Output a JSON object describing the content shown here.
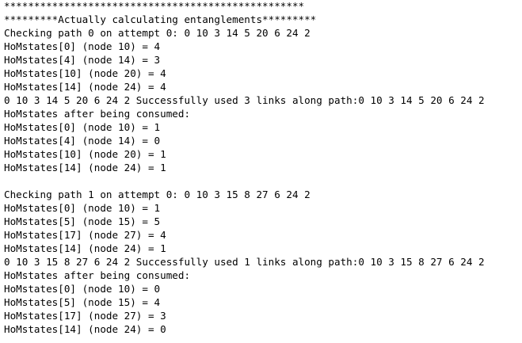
{
  "terminal": {
    "lines": [
      "**************************************************",
      "*********Actually calculating entanglements*********",
      "Checking path 0 on attempt 0: 0 10 3 14 5 20 6 24 2",
      "HoMstates[0] (node 10) = 4",
      "HoMstates[4] (node 14) = 3",
      "HoMstates[10] (node 20) = 4",
      "HoMstates[14] (node 24) = 4",
      "0 10 3 14 5 20 6 24 2 Successfully used 3 links along path:0 10 3 14 5 20 6 24 2",
      "HoMstates after being consumed:",
      "HoMstates[0] (node 10) = 1",
      "HoMstates[4] (node 14) = 0",
      "HoMstates[10] (node 20) = 1",
      "HoMstates[14] (node 24) = 1",
      "",
      "Checking path 1 on attempt 0: 0 10 3 15 8 27 6 24 2",
      "HoMstates[0] (node 10) = 1",
      "HoMstates[5] (node 15) = 5",
      "HoMstates[17] (node 27) = 4",
      "HoMstates[14] (node 24) = 1",
      "0 10 3 15 8 27 6 24 2 Successfully used 1 links along path:0 10 3 15 8 27 6 24 2",
      "HoMstates after being consumed:",
      "HoMstates[0] (node 10) = 0",
      "HoMstates[5] (node 15) = 4",
      "HoMstates[17] (node 27) = 3",
      "HoMstates[14] (node 24) = 0"
    ]
  }
}
